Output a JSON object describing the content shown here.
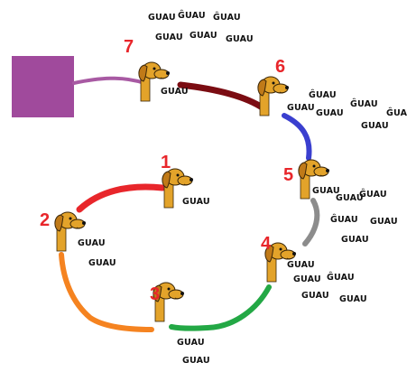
{
  "nodes": [
    {
      "id": "1",
      "label": "1"
    },
    {
      "id": "2",
      "label": "2"
    },
    {
      "id": "3",
      "label": "3"
    },
    {
      "id": "4",
      "label": "4"
    },
    {
      "id": "5",
      "label": "5"
    },
    {
      "id": "6",
      "label": "6"
    },
    {
      "id": "7",
      "label": "7"
    }
  ],
  "bark_text": "GUAU",
  "bark_alt_text": "ĜUAU",
  "colors": {
    "square": "#a04a9c",
    "edge_7_square": "#a85aa3",
    "edge_7_6": "#7b0c12",
    "edge_6_5": "#3a3fcf",
    "edge_5_4": "#8c8c8c",
    "edge_4_3": "#23a845",
    "edge_3_2": "#f58320",
    "edge_2_1": "#e8262b",
    "number": "#e8262b",
    "dog_body": "#e3a32a",
    "dog_outline": "#3a2608"
  }
}
